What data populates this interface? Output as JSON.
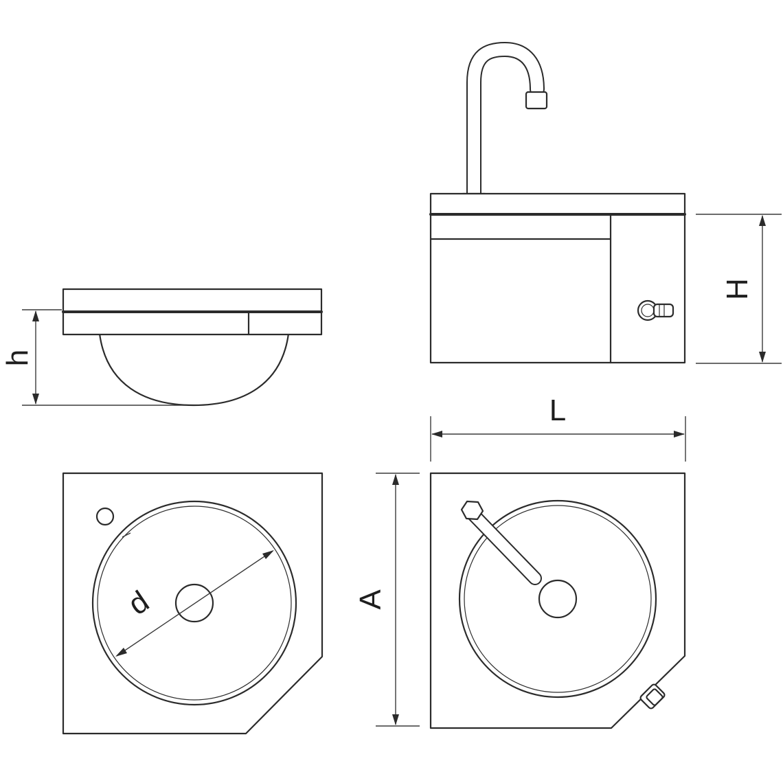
{
  "labels": {
    "height_small": "h",
    "height_large": "H",
    "length": "L",
    "depth": "A",
    "diameter": "d"
  },
  "colors": {
    "line": "#2b2b2b",
    "background": "#ffffff"
  }
}
